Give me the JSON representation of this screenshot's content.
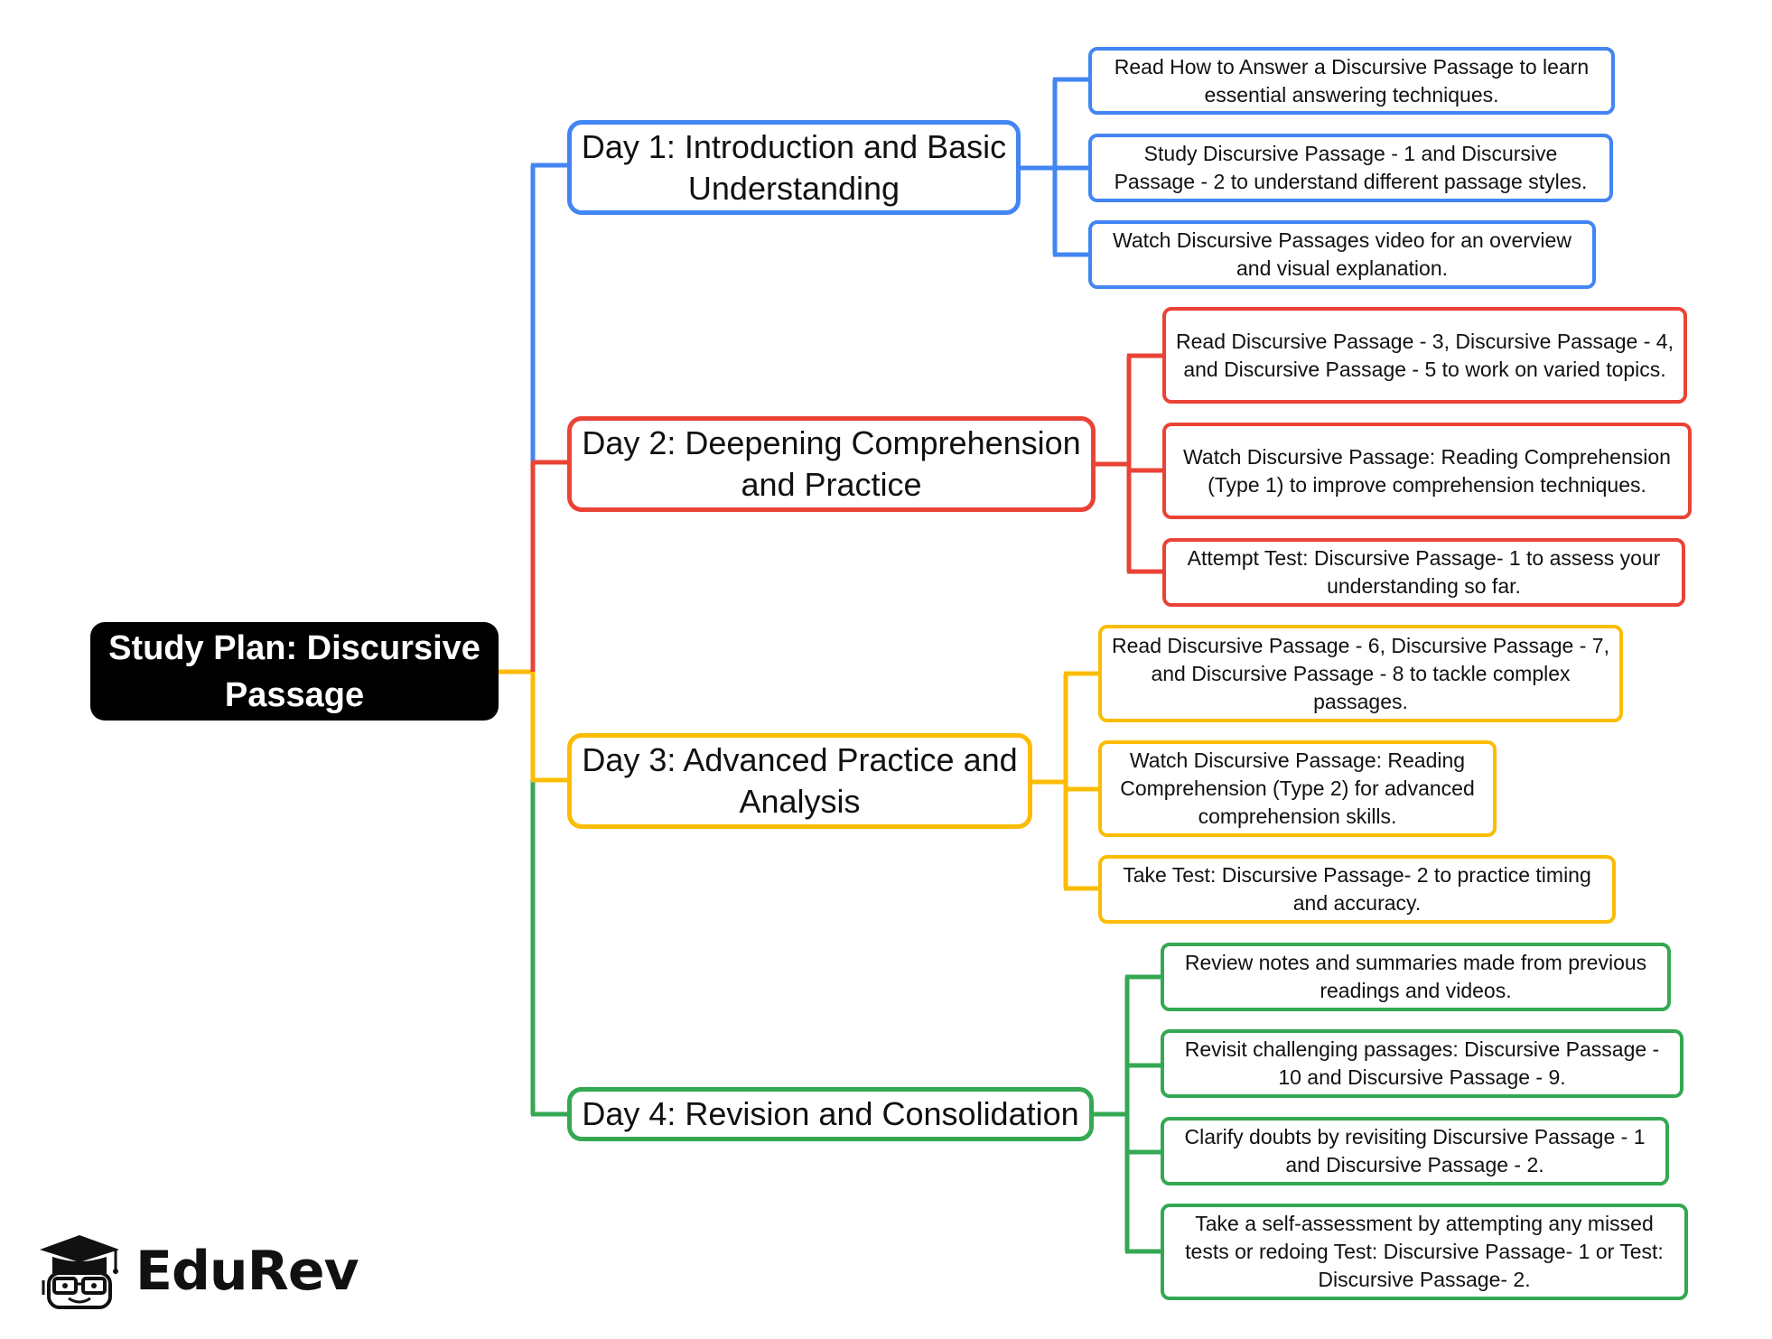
{
  "root": {
    "label": "Study Plan: Discursive Passage"
  },
  "colors": {
    "day1": "#4285f4",
    "day2": "#ea4335",
    "day3": "#fbbc04",
    "day4": "#34a853",
    "root_bg": "#000000"
  },
  "days": [
    {
      "title": "Day 1: Introduction and Basic Understanding",
      "items": [
        "Read How to Answer a Discursive Passage to learn essential answering techniques.",
        "Study Discursive Passage - 1 and Discursive Passage - 2 to understand different passage styles.",
        "Watch Discursive Passages video for an overview and visual explanation."
      ]
    },
    {
      "title": "Day 2: Deepening Comprehension and Practice",
      "items": [
        "Read Discursive Passage - 3, Discursive Passage - 4, and Discursive Passage - 5 to work on varied topics.",
        "Watch Discursive Passage: Reading Comprehension (Type 1) to improve comprehension techniques.",
        "Attempt Test: Discursive Passage- 1 to assess your understanding so far."
      ]
    },
    {
      "title": "Day 3: Advanced Practice and Analysis",
      "items": [
        "Read Discursive Passage - 6, Discursive Passage - 7, and Discursive Passage - 8 to tackle complex passages.",
        "Watch Discursive Passage: Reading Comprehension (Type 2) for advanced comprehension skills.",
        "Take Test: Discursive Passage- 2 to practice timing and accuracy."
      ]
    },
    {
      "title": "Day 4: Revision and Consolidation",
      "items": [
        "Review notes and summaries made from previous readings and videos.",
        "Revisit challenging passages: Discursive Passage - 10 and Discursive Passage - 9.",
        "Clarify doubts by revisiting Discursive Passage - 1 and Discursive Passage - 2.",
        "Take a self-assessment by attempting any missed tests or redoing Test: Discursive Passage- 1 or Test: Discursive Passage- 2."
      ]
    }
  ],
  "brand": {
    "name": "EduRev",
    "icon": "graduate-mascot-icon"
  }
}
